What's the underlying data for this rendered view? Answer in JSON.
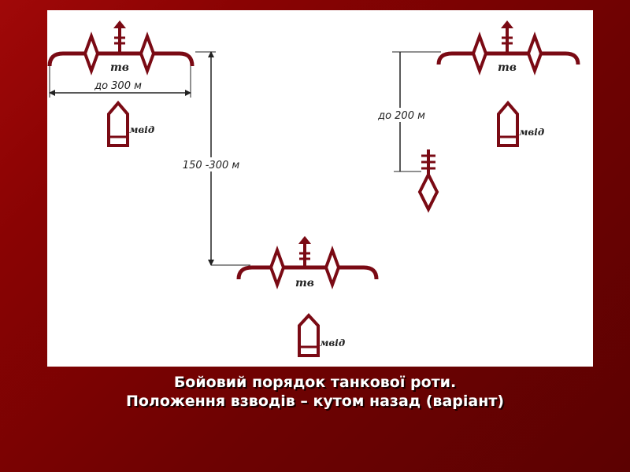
{
  "diagram": {
    "platoon_label": "тв",
    "commander_label": "мвід",
    "width_label": "до 300 м",
    "depth_label": "150 -300 м",
    "offset_label": "до 200 м"
  },
  "caption": {
    "line1": "Бойовий порядок танкової роти.",
    "line2": "Положення взводів – кутом назад (варіант)"
  },
  "colors": {
    "symbol": "#7a0a14",
    "background_accent": "#8a0303",
    "panel": "#ffffff"
  }
}
